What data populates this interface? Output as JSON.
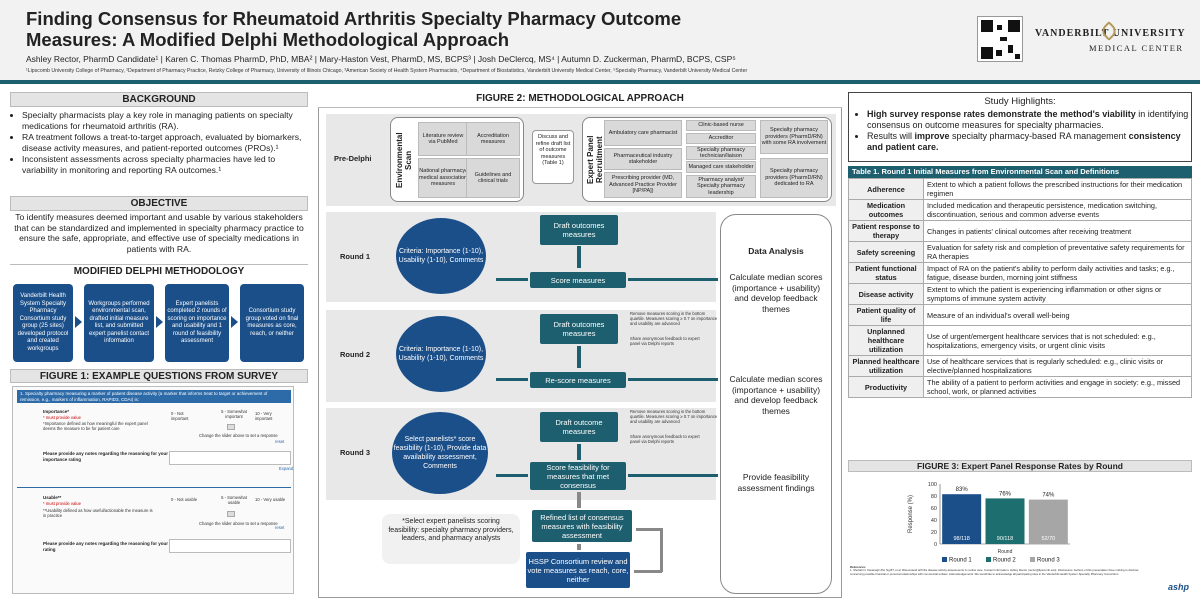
{
  "header": {
    "title_line1": "Finding Consensus for Rheumatoid Arthritis Specialty Pharmacy Outcome",
    "title_line2": "Measures: A Modified Delphi Methodological Approach",
    "authors": "Ashley Rector, PharmD Candidate¹ | Karen C. Thomas PharmD, PhD, MBA² | Mary-Haston Vest, PharmD, MS, BCPS³ | Josh DeClercq, MS⁴ | Autumn D. Zuckerman, PharmD, BCPS, CSP⁵",
    "affiliations": "¹Lipscomb University College of Pharmacy, ²Department of Pharmacy Practice, Retzky College of Pharmacy, University of Illinois Chicago, ³American Society of Health System Pharmacists, ⁴Department of Biostatistics, Vanderbilt University Medical Center, ⁵Specialty Pharmacy, Vanderbilt University Medical Center",
    "logo_line1": "VANDERBILT UNIVERSITY",
    "logo_line2": "MEDICAL CENTER",
    "qr_icon": "qr-code-icon"
  },
  "background": {
    "title": "BACKGROUND",
    "items": [
      "Specialty pharmacists play a key role in managing patients on specialty medications for rheumatoid arthritis (RA).",
      "RA treatment follows a treat-to-target approach, evaluated by biomarkers, disease activity measures, and patient-reported outcomes (PROs).¹",
      "Inconsistent assessments across specialty pharmacies have led to variability in monitoring and reporting RA outcomes.¹"
    ]
  },
  "objective": {
    "title": "OBJECTIVE",
    "text": "To identify measures deemed important and usable by various stakeholders that can be standardized and implemented in specialty pharmacy practice to ensure the safe, appropriate, and effective use of specialty medications in patients with RA."
  },
  "methodology": {
    "title": "MODIFIED DELPHI METHODOLOGY",
    "steps": [
      "Vanderbilt Health System Specialty Pharmacy Consortium study group (25 sites) developed protocol and created workgroups",
      "Workgroups performed environmental scan, drafted initial measure list, and submitted expert panelist contact information",
      "Expert panelists completed 2 rounds of scoring on importance and usability and 1 round of feasibility assessment",
      "Consortium study group voted on final measures as core, reach, or neither"
    ]
  },
  "figure1": {
    "title": "FIGURE 1: EXAMPLE QUESTIONS FROM SURVEY",
    "q1_text": "1. Specialty pharmacy measuring a marker of patient disease activity (a marker that informs treat to target or achievement of remission, e.g., markers of inflammation, RAPID3, CDAI) is:",
    "importance_label": "Importance*",
    "required": "* must provide value",
    "importance_def": "*Importance defined as how meaningful the expert panel deems the measure to be for patient care",
    "scale_left": "0 - Not important",
    "scale_mid": "5 - Somewhat important",
    "scale_right": "10 - Very important",
    "slider_hint": "Change the slider above to set a response",
    "reset": "reset",
    "notes1": "Please provide any notes regarding the reasoning for your importance rating",
    "expand": "Expand",
    "usable_label": "Usable**",
    "usable_def": "**Usability defined as how useful/actionable the measure is in practice",
    "uscale_left": "0 - Not usable",
    "uscale_mid": "5 - Somewhat usable",
    "uscale_right": "10 - Very usable",
    "notes2": "Please provide any notes regarding the reasoning for your usable rating"
  },
  "figure2": {
    "title": "FIGURE 2: METHODOLOGICAL APPROACH",
    "predelphi": "Pre-Delphi",
    "env_scan": "Environmental Scan",
    "env_items": [
      "Literature review via PubMed",
      "Accreditation measures",
      "National pharmacy/ medical association measures",
      "Guidelines and clinical trials"
    ],
    "discuss": "Discuss and refine draft list of outcome measures (Table 1)",
    "expert_recruit": "Expert Panel Recruitment",
    "recruit_items": [
      "Ambulatory care pharmacist",
      "Clinic-based nurse",
      "Specialty pharmacy providers (PharmD/RN) with some RA involvement",
      "Accreditor",
      "Pharmaceutical industry stakeholder",
      "Specialty pharmacy technician/liaison",
      "Managed care stakeholder",
      "Specialty pharmacy providers (PharmD/RN) dedicated to RA",
      "Prescribing provider (MD, Advanced Practice Provider [NP/PA])",
      "Pharmacy analyst/ Specialty pharmacy leadership"
    ],
    "round1": "Round 1",
    "round2": "Round 2",
    "round3": "Round 3",
    "r1_criteria": "Criteria: Importance (1-10), Usability (1-10), Comments",
    "r2_criteria": "Criteria: Importance (1-10), Usability (1-10), Comments",
    "r3_criteria": "Select panelists* score feasibility (1-10), Provide data availability assessment, Comments",
    "draft_measures": "Draft outcomes measures",
    "score_measures": "Score measures",
    "draft_measures2": "Draft outcomes measures",
    "rescore": "Re-score measures",
    "draft_measures3": "Draft outcome measures",
    "score_feas": "Score feasibility for measures that met consensus",
    "refined": "Refined list of consensus measures with feasibility assessment",
    "hssp": "HSSP Consortium review and vote measures as reach, core, neither",
    "remove_note": "Remove measures scoring in the bottom quartile. Measures scoring ≥ 0.7 on importance and usability are advanced",
    "share_note": "Share anonymous feedback to expert panel via Delphi reports",
    "select_note": "*Select expert panelists scoring feasibility: specialty pharmacy providers, leaders, and pharmacy analysts",
    "data_analysis": "Data Analysis",
    "da1": "Calculate median scores (importance + usability) and develop feedback themes",
    "da2": "Calculate median scores (importance + usability) and develop feedback themes",
    "da3": "Provide feasibility assessment findings"
  },
  "highlights": {
    "title": "Study Highlights:",
    "b1_bold": "High survey response rates demonstrate the method's viability",
    "b1_rest": " in identifying consensus on outcome measures for specialty pharmacies.",
    "b2_pre": "Results will ",
    "b2_bold1": "improve",
    "b2_mid": " specialty pharmacy-based RA management ",
    "b2_bold2": "consistency and patient care."
  },
  "table1": {
    "title": "Table 1. Round 1 Initial Measures from Environmental Scan and Definitions",
    "rows": [
      {
        "k": "Adherence",
        "v": "Extent to which a patient follows the prescribed instructions for their medication regimen"
      },
      {
        "k": "Medication outcomes",
        "v": "Included medication and therapeutic persistence, medication switching, discontinuation, serious and common adverse events"
      },
      {
        "k": "Patient response to therapy",
        "v": "Changes in patients' clinical outcomes after receiving treatment"
      },
      {
        "k": "Safety screening",
        "v": "Evaluation for safety risk and completion of preventative safety requirements for RA therapies"
      },
      {
        "k": "Patient functional status",
        "v": "Impact of RA on the patient's ability to perform daily activities and tasks; e.g., fatigue, disease burden, morning joint stiffness"
      },
      {
        "k": "Disease activity",
        "v": "Extent to which the patient is experiencing inflammation or other signs or symptoms of immune system activity"
      },
      {
        "k": "Patient quality of life",
        "v": "Measure of an individual's overall well-being"
      },
      {
        "k": "Unplanned healthcare utilization",
        "v": "Use of urgent/emergent healthcare services that is not scheduled: e.g., hospitalizations, emergency visits, or urgent clinic visits"
      },
      {
        "k": "Planned healthcare utilization",
        "v": "Use of healthcare services that is regularly scheduled: e.g., clinic visits or elective/planned hospitalizations"
      },
      {
        "k": "Productivity",
        "v": "The ability of a patient to perform activities and engage in society: e.g., missed school, work, or planned activities"
      }
    ]
  },
  "chart_data": {
    "type": "bar",
    "title": "FIGURE 3: Expert Panel Response Rates by Round",
    "categories": [
      "Round 1",
      "Round 2",
      "Round 3"
    ],
    "values": [
      83,
      76,
      74
    ],
    "value_labels": [
      "83%",
      "76%",
      "74%"
    ],
    "inner_labels": [
      "98/118",
      "90/118",
      "52/70"
    ],
    "ylabel": "Response (%)",
    "xlabel": "Round",
    "ylim": [
      0,
      100
    ],
    "yticks": [
      "0",
      "20",
      "40",
      "60",
      "80",
      "100"
    ],
    "legend": [
      "Round 1",
      "Round 2",
      "Round 3"
    ],
    "colors": [
      "#1b4f8a",
      "#1d6e6e",
      "#a6a6a6"
    ]
  },
  "references": {
    "heading": "References:",
    "text": "1. Shehab N, Kavanagh AM, Ng BT, et al. Rheumatoid arthritis disease activity assessments in routine care. Contact Information: Ashley Rector (rector@lipscomb.edu). Disclosures: Authors of this presentation have nothing to disclose concerning possible financial or personal relationships with commercial entities. Acknowledgements: We would like to acknowledge all participating sites in the Vanderbilt Health System Specialty Pharmacy Consortium."
  },
  "footer_logo": "ashp"
}
